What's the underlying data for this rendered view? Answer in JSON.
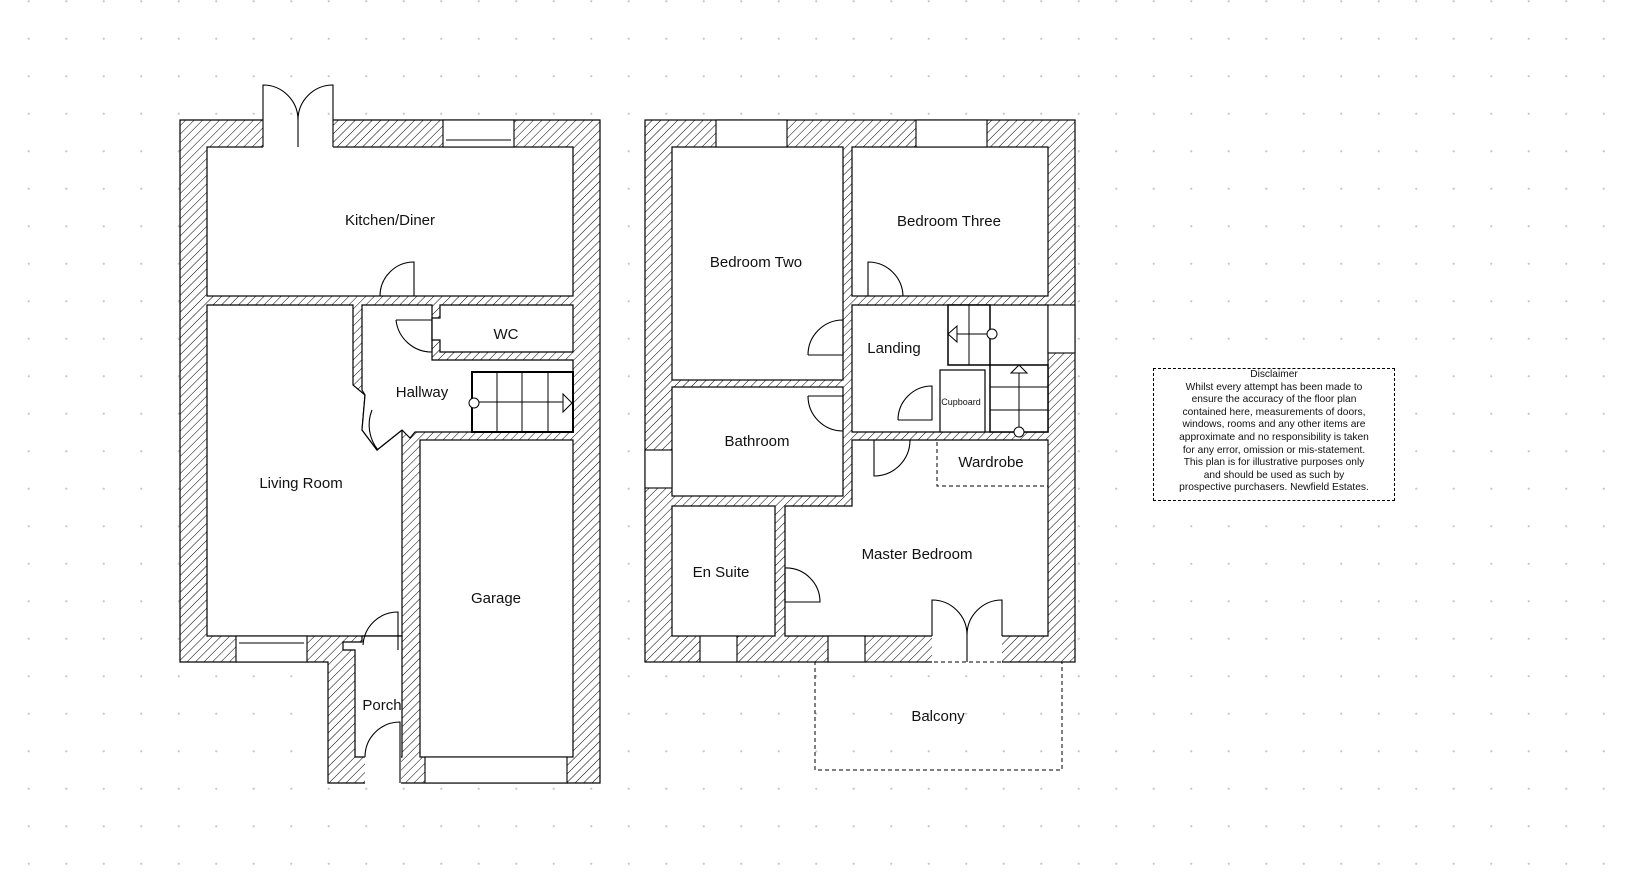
{
  "ground_floor": {
    "rooms": {
      "kitchen": "Kitchen/Diner",
      "wc": "WC",
      "hallway": "Hallway",
      "living": "Living Room",
      "garage": "Garage",
      "porch": "Porch"
    }
  },
  "first_floor": {
    "rooms": {
      "bedroom_two": "Bedroom Two",
      "bedroom_three": "Bedroom Three",
      "landing": "Landing",
      "cupboard": "Cupboard",
      "bathroom": "Bathroom",
      "wardrobe": "Wardrobe",
      "en_suite": "En Suite",
      "master": "Master Bedroom",
      "balcony": "Balcony"
    }
  },
  "disclaimer": {
    "title": "Disclaimer",
    "lines": [
      "Whilst every attempt has been made to",
      "ensure the accuracy of the floor plan",
      "contained here, measurements of doors,",
      "windows, rooms and any other items are",
      "approximate and no responsibility is taken",
      "for any error, omission or mis-statement.",
      "This plan is for illustrative purposes only",
      "and should be used as such by",
      "prospective purchasers. Newfield Estates."
    ]
  }
}
